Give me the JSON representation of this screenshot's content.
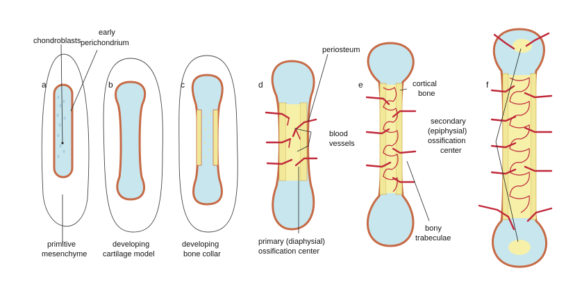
{
  "stages": {
    "a": {
      "letter": "a"
    },
    "b": {
      "letter": "b"
    },
    "c": {
      "letter": "c"
    },
    "d": {
      "letter": "d"
    },
    "e": {
      "letter": "e"
    },
    "f": {
      "letter": "f"
    }
  },
  "labels": {
    "chondroblasts": "chondroblasts",
    "early_1": "early",
    "early_2": "perichondrium",
    "primitive_1": "primitive",
    "primitive_2": "mesenchyme",
    "cartilage_1": "developing",
    "cartilage_2": "cartilage model",
    "collar_1": "developing",
    "collar_2": "bone collar",
    "periosteum": "periosteum",
    "blood_1": "blood",
    "blood_2": "vessels",
    "primary_1": "primary (diaphysial)",
    "primary_2": "ossification center",
    "cortical_1": "cortical",
    "cortical_2": "bone",
    "bony_1": "bony",
    "bony_2": "trabeculae",
    "secondary_1": "secondary",
    "secondary_2": "(epiphysial)",
    "secondary_3": "ossification",
    "secondary_4": "center"
  },
  "colors": {
    "cartilage": "#c8e6ee",
    "perichondrium": "#c66a45",
    "bone_collar": "#f1e89a",
    "blood_vessel": "#c0283a",
    "mesenchyme_outline": "#444444"
  }
}
